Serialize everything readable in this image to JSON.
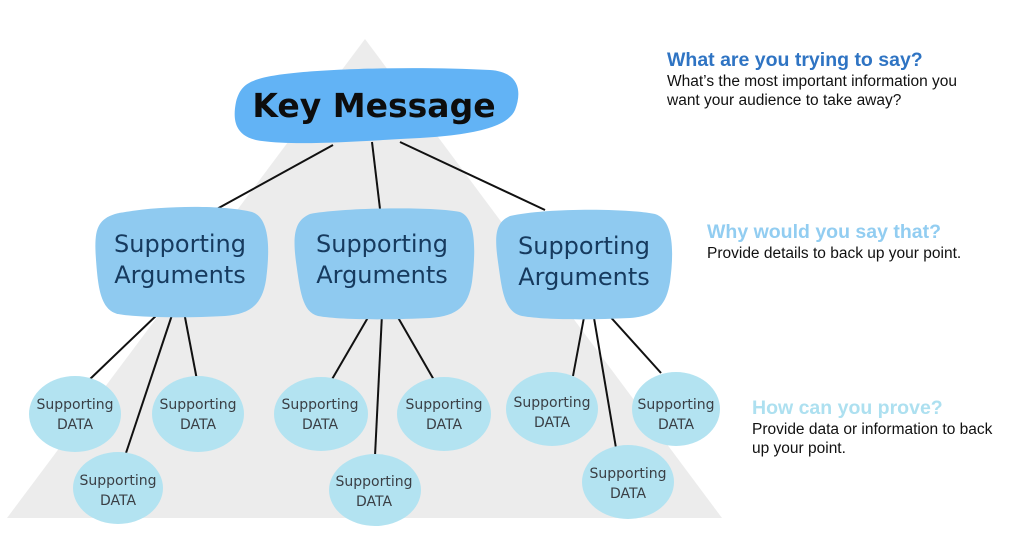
{
  "colors": {
    "pyramid": "#ececec",
    "key_message_fill": "#62b3f5",
    "argument_fill": "#8fcaf0",
    "data_fill": "#b3e3f1",
    "connector": "#111111",
    "heading_level_1": "#2f74c3",
    "heading_level_2": "#92cdf1",
    "heading_level_3": "#ade0f0"
  },
  "diagram": {
    "key_message": {
      "label": "Key Message"
    },
    "arguments": [
      {
        "line1": "Supporting",
        "line2": "Arguments",
        "data": [
          {
            "line1": "Supporting",
            "line2": "DATA"
          },
          {
            "line1": "Supporting",
            "line2": "DATA"
          },
          {
            "line1": "Supporting",
            "line2": "DATA"
          }
        ]
      },
      {
        "line1": "Supporting",
        "line2": "Arguments",
        "data": [
          {
            "line1": "Supporting",
            "line2": "DATA"
          },
          {
            "line1": "Supporting",
            "line2": "DATA"
          },
          {
            "line1": "Supporting",
            "line2": "DATA"
          }
        ]
      },
      {
        "line1": "Supporting",
        "line2": "Arguments",
        "data": [
          {
            "line1": "Supporting",
            "line2": "DATA"
          },
          {
            "line1": "Supporting",
            "line2": "DATA"
          },
          {
            "line1": "Supporting",
            "line2": "DATA"
          }
        ]
      }
    ]
  },
  "side_notes": [
    {
      "heading": "What are you trying to say?",
      "body": "What’s the most important information you want your audience to take away?"
    },
    {
      "heading": "Why would you say that?",
      "body": "Provide details to back up your point."
    },
    {
      "heading": "How can you prove?",
      "body": "Provide data or information to back up your point."
    }
  ]
}
